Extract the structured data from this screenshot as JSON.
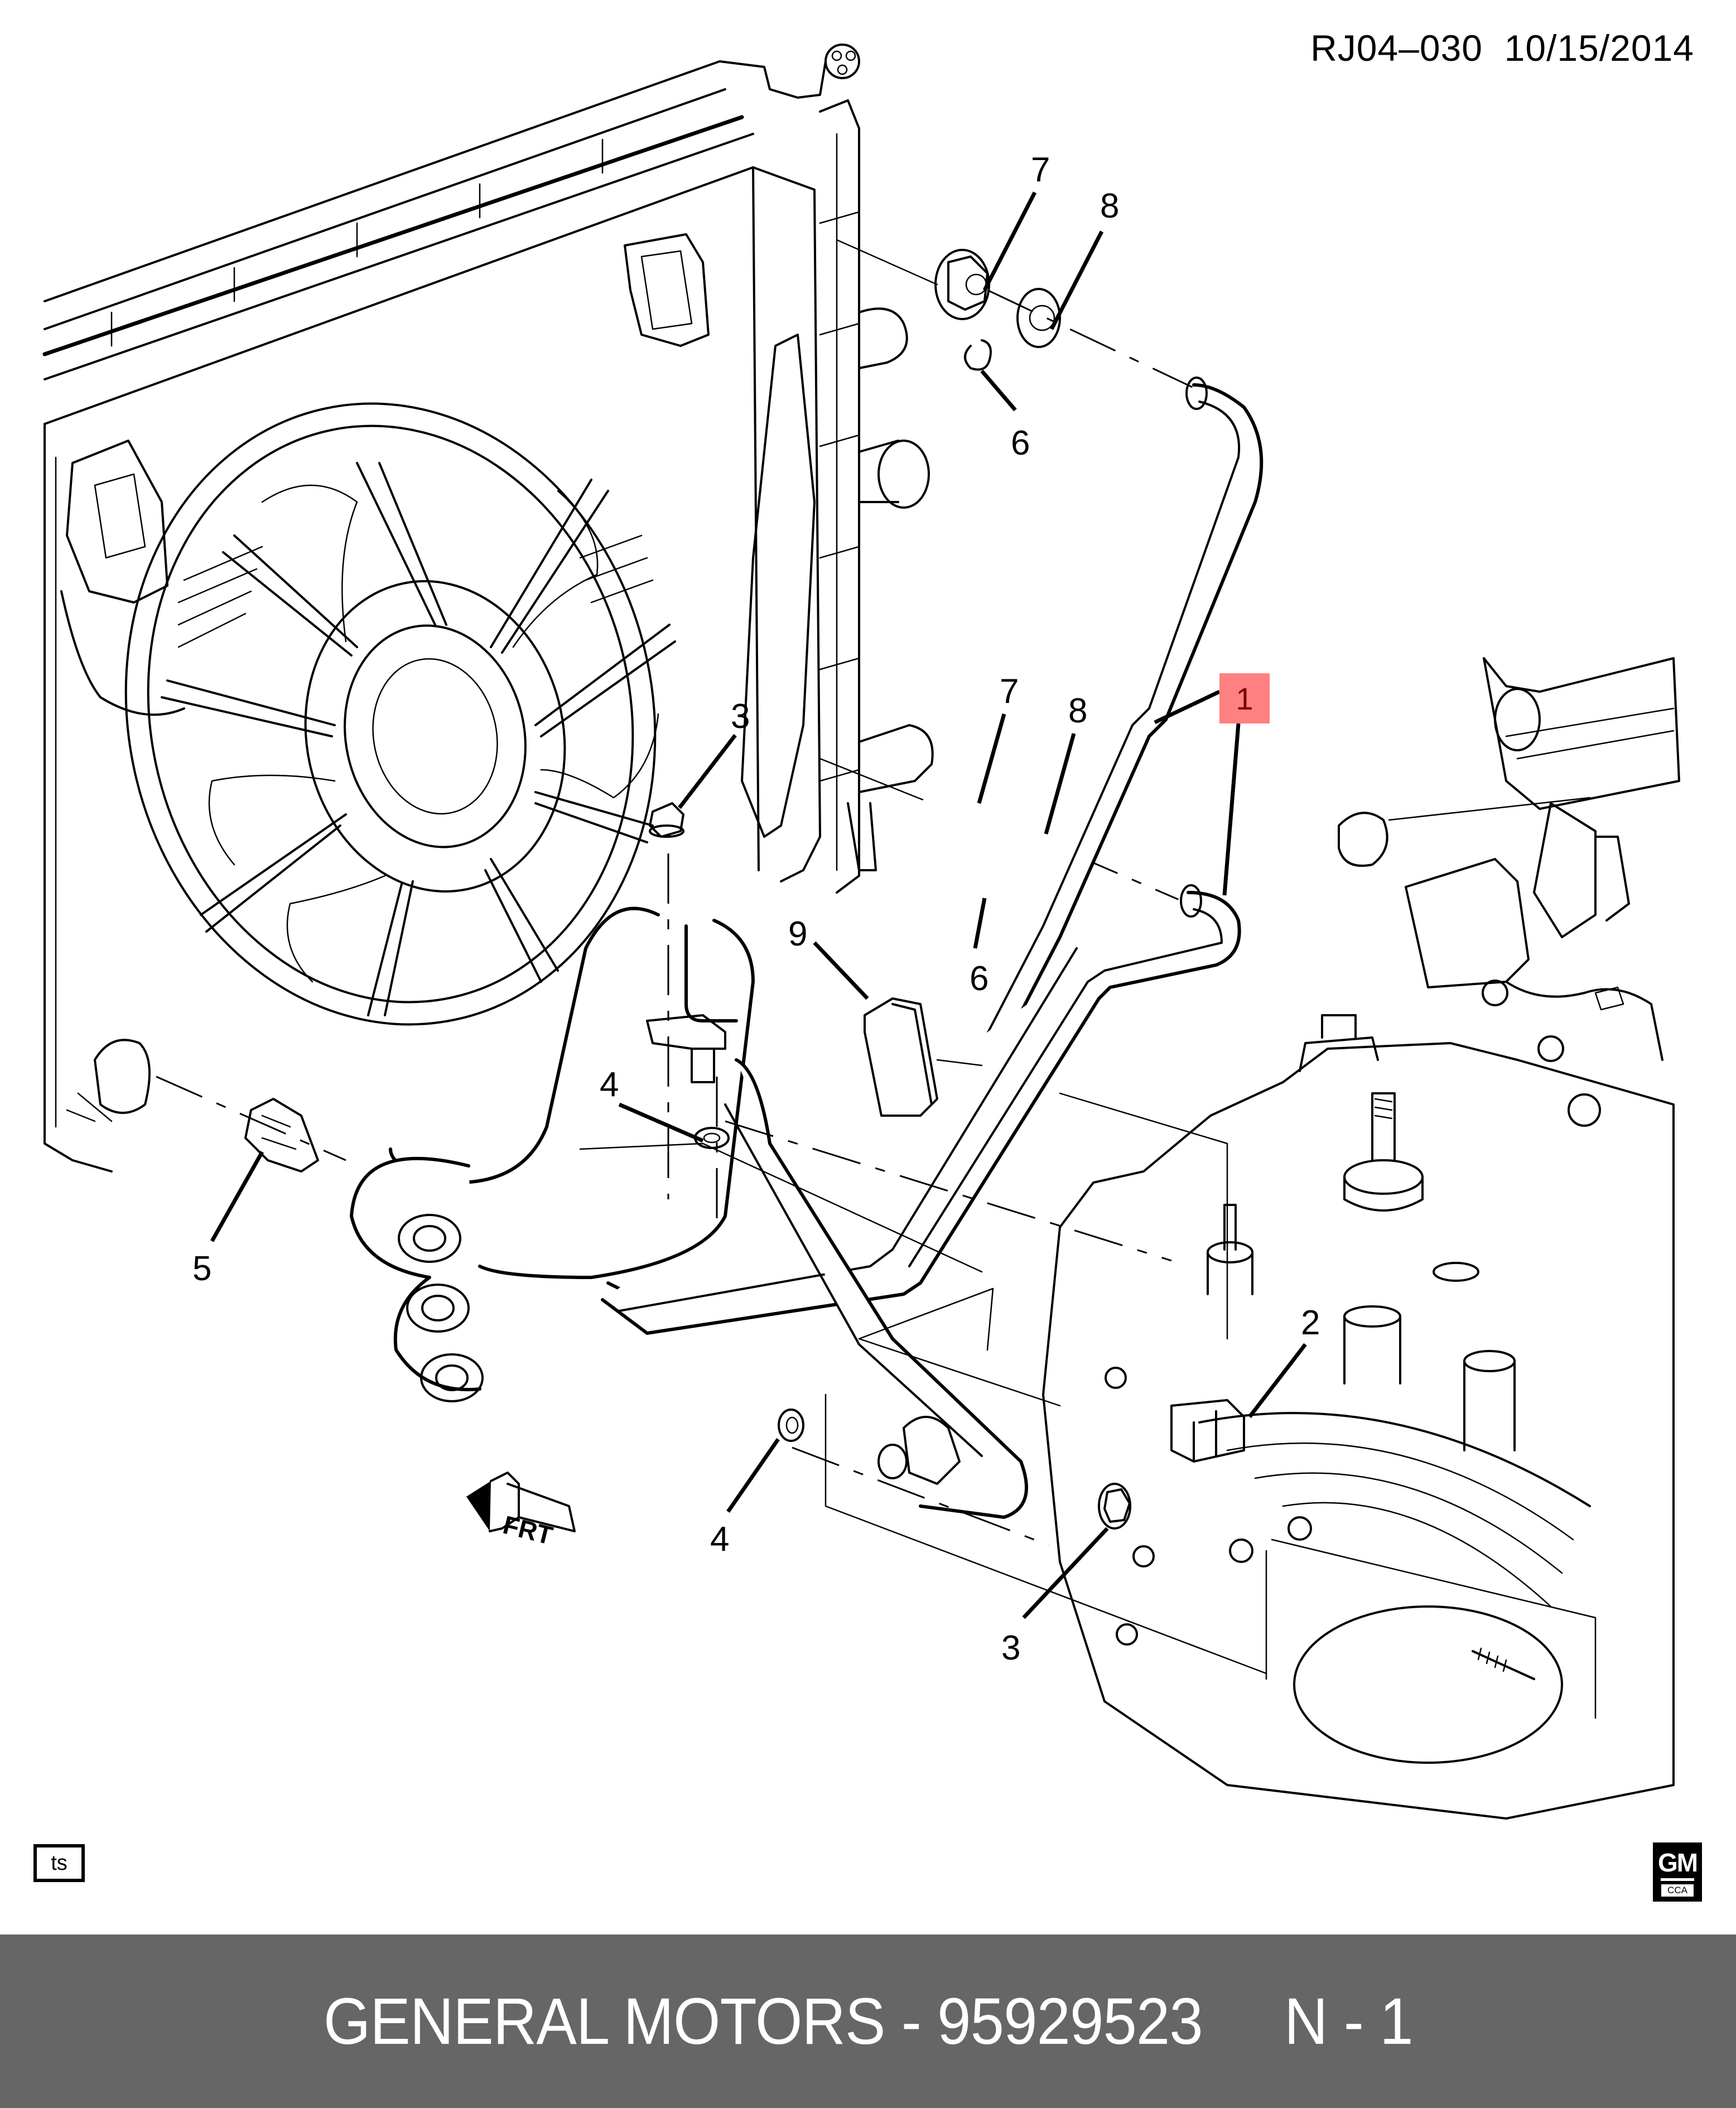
{
  "header": {
    "diagram_code": "RJ04–030",
    "date": "10/15/2014"
  },
  "highlight": {
    "callout": "1",
    "fill_color": "#ff8080",
    "text_color": "#7a0000"
  },
  "callouts": [
    {
      "id": "callout-7-upper",
      "label": "7"
    },
    {
      "id": "callout-8-upper",
      "label": "8"
    },
    {
      "id": "callout-6-upper",
      "label": "6"
    },
    {
      "id": "callout-7-lower",
      "label": "7"
    },
    {
      "id": "callout-8-lower",
      "label": "8"
    },
    {
      "id": "callout-6-lower",
      "label": "6"
    },
    {
      "id": "callout-3-upper",
      "label": "3"
    },
    {
      "id": "callout-9",
      "label": "9"
    },
    {
      "id": "callout-4-upper",
      "label": "4"
    },
    {
      "id": "callout-5",
      "label": "5"
    },
    {
      "id": "callout-2",
      "label": "2"
    },
    {
      "id": "callout-4-lower",
      "label": "4"
    },
    {
      "id": "callout-3-lower",
      "label": "3"
    }
  ],
  "direction_indicator": {
    "label": "FRT",
    "icon": "front-direction-arrow-icon"
  },
  "corner_badge": {
    "label": "ts"
  },
  "logo": {
    "brand": "GM",
    "sub": "CCA"
  },
  "banner": {
    "text": "GENERAL MOTORS - 95929523     N - 1",
    "background": "#666666",
    "text_color": "#ffffff"
  }
}
